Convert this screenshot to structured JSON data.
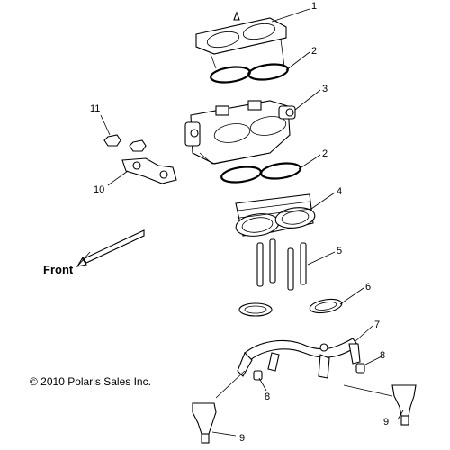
{
  "diagram": {
    "callouts": {
      "c1": "1",
      "c2a": "2",
      "c3": "3",
      "c2b": "2",
      "c4": "4",
      "c5": "5",
      "c6": "6",
      "c7": "7",
      "c8a": "8",
      "c8b": "8",
      "c9a": "9",
      "c9b": "9",
      "c10": "10",
      "c11": "11"
    },
    "front_label": "Front",
    "copyright": "© 2010 Polaris Sales Inc."
  }
}
